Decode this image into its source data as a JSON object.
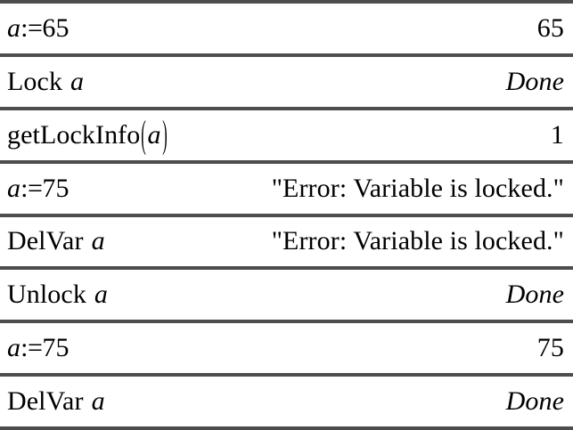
{
  "colors": {
    "background": "#ffffff",
    "text": "#000000",
    "separator": "#4d4d4d"
  },
  "table": {
    "rows": [
      {
        "entry": "a:=65",
        "entry_parts": {
          "variable": "a",
          "operator": ":=",
          "value": "65"
        },
        "result": "65",
        "result_style": "number"
      },
      {
        "entry": "Lock a",
        "entry_parts": {
          "command": "Lock",
          "variable": "a"
        },
        "result": "Done",
        "result_style": "italic"
      },
      {
        "entry": "getLockInfo(a)",
        "entry_parts": {
          "function": "getLockInfo",
          "open_paren": "(",
          "variable": "a",
          "close_paren": ")"
        },
        "result": "1",
        "result_style": "number"
      },
      {
        "entry": "a:=75",
        "entry_parts": {
          "variable": "a",
          "operator": ":=",
          "value": "75"
        },
        "result": "\"Error: Variable is locked.\"",
        "result_style": "string"
      },
      {
        "entry": "DelVar a",
        "entry_parts": {
          "command": "DelVar",
          "variable": "a"
        },
        "result": "\"Error: Variable is locked.\"",
        "result_style": "string"
      },
      {
        "entry": "Unlock a",
        "entry_parts": {
          "command": "Unlock",
          "variable": "a"
        },
        "result": "Done",
        "result_style": "italic"
      },
      {
        "entry": "a:=75",
        "entry_parts": {
          "variable": "a",
          "operator": ":=",
          "value": "75"
        },
        "result": "75",
        "result_style": "number"
      },
      {
        "entry": "DelVar a",
        "entry_parts": {
          "command": "DelVar",
          "variable": "a"
        },
        "result": "Done",
        "result_style": "italic"
      }
    ]
  }
}
